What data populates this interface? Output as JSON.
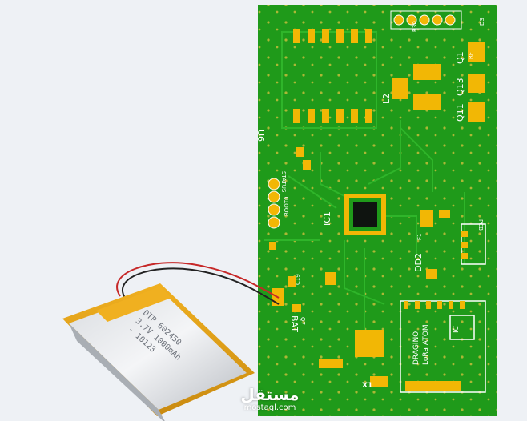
{
  "scene": {
    "description_labels": {
      "board": "pcb-board",
      "battery": "lipo-battery"
    }
  },
  "pcb": {
    "colors": {
      "board": "#1f9a1a",
      "board_light": "#2fb52a",
      "copper": "#e0a800",
      "pad": "#f2b705",
      "silk": "#ffffff"
    },
    "labels": {
      "ic1": "IC1",
      "u6": "U6",
      "l2": "L2",
      "q1": "Q1",
      "q11": "Q11",
      "q13": "Q13",
      "rf": "RF",
      "pcb": "PCB",
      "f1": "F1",
      "dd2": "DD2",
      "boot": "BOOT0",
      "status": "STATUS",
      "bat": "BAT",
      "q7": "Q7",
      "lora1": "DRAGINO",
      "lora2": "LoRa ATOM",
      "ic": "IC",
      "x1": "X1",
      "d3": "D3",
      "r30": "R30",
      "c19": "C19"
    }
  },
  "battery": {
    "line1": "DTP 602450",
    "line2": "3.7V 1000mAh",
    "line3": "- 10123"
  },
  "watermark": {
    "arabic": "مستقل",
    "latin": "mostaql.com"
  }
}
